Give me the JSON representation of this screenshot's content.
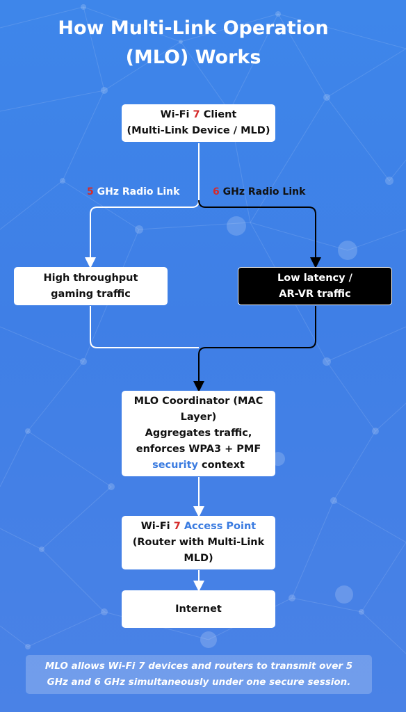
{
  "title": {
    "line1": "How Multi-Link Operation",
    "line2": "(MLO) Works"
  },
  "client": {
    "prefix": "Wi-Fi ",
    "number": "7",
    "suffix": " Client",
    "line2": "(Multi-Link Device / MLD)"
  },
  "links": {
    "left": {
      "band": "5",
      "text": " GHz Radio Link"
    },
    "right": {
      "band": "6",
      "text": " GHz Radio Link"
    }
  },
  "left_traffic": {
    "line1": "High throughput",
    "line2": "gaming traffic"
  },
  "right_traffic": {
    "line1": "Low latency /",
    "line2": "AR-VR traffic"
  },
  "coordinator": {
    "line1": "MLO Coordinator (MAC",
    "line2": "Layer)",
    "line3": "Aggregates traffic,",
    "line4": "enforces WPA3 + PMF",
    "line5_highlight": "security",
    "line5_rest": " context"
  },
  "access_point": {
    "prefix": "Wi-Fi ",
    "number": "7",
    "highlight": " Access Point",
    "line2": "(Router with Multi-Link",
    "line3": "MLD)"
  },
  "internet": {
    "label": "Internet"
  },
  "footer": {
    "line1": "MLO allows Wi-Fi 7 devices and routers to transmit over 5",
    "line2": "GHz and 6 GHz simultaneously under one secure session."
  },
  "colors": {
    "background": "#3f82e8",
    "accent_red": "#d52a2a",
    "accent_blue": "#3a7be0",
    "white": "#ffffff",
    "black": "#000000"
  }
}
